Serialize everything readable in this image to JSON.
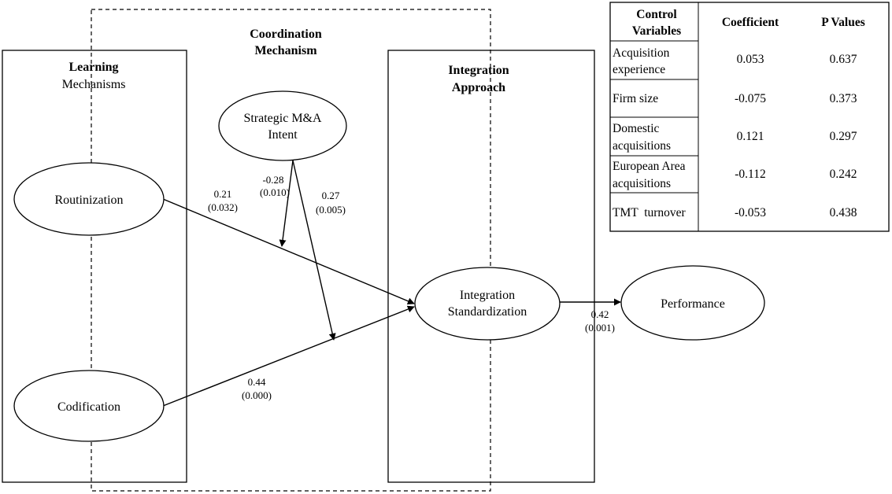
{
  "groups": {
    "learning": {
      "line1": "Learning",
      "line2": "Mechanisms"
    },
    "coordination": {
      "line1": "Coordination",
      "line2": "Mechanism"
    },
    "integration": {
      "line1": "Integration",
      "line2": "Approach"
    }
  },
  "nodes": {
    "routinization": "Routinization",
    "codification": "Codification",
    "strategic": {
      "line1": "Strategic M&A",
      "line2": "Intent"
    },
    "standardization": {
      "line1": "Integration",
      "line2": "Standardization"
    },
    "performance": "Performance"
  },
  "paths": {
    "routinization_to_standardization": {
      "coef": "0.21",
      "p": "(0.032)"
    },
    "intent_moderation_routinization": {
      "coef": "-0.28",
      "p": "(0.010)"
    },
    "intent_moderation_codification": {
      "coef": "0.27",
      "p": "(0.005)"
    },
    "codification_to_standardization": {
      "coef": "0.44",
      "p": "(0.000)"
    },
    "standardization_to_performance": {
      "coef": "0.42",
      "p": "(0.001)"
    }
  },
  "controls": {
    "headers": {
      "variable_line1": "Control",
      "variable_line2": "Variables",
      "coefficient": "Coefficient",
      "pvalue": "P Values"
    },
    "rows": [
      {
        "line1": "Acquisition",
        "line2": "experience",
        "coef": "0.053",
        "p": "0.637"
      },
      {
        "line1": "Firm size",
        "line2": "",
        "coef": "-0.075",
        "p": "0.373"
      },
      {
        "line1": "Domestic",
        "line2": "acquisitions",
        "coef": "0.121",
        "p": "0.297"
      },
      {
        "line1": "European Area",
        "line2": "acquisitions",
        "coef": "-0.112",
        "p": "0.242"
      },
      {
        "line1": "TMT  turnover",
        "line2": "",
        "coef": "-0.053",
        "p": "0.438"
      }
    ]
  }
}
